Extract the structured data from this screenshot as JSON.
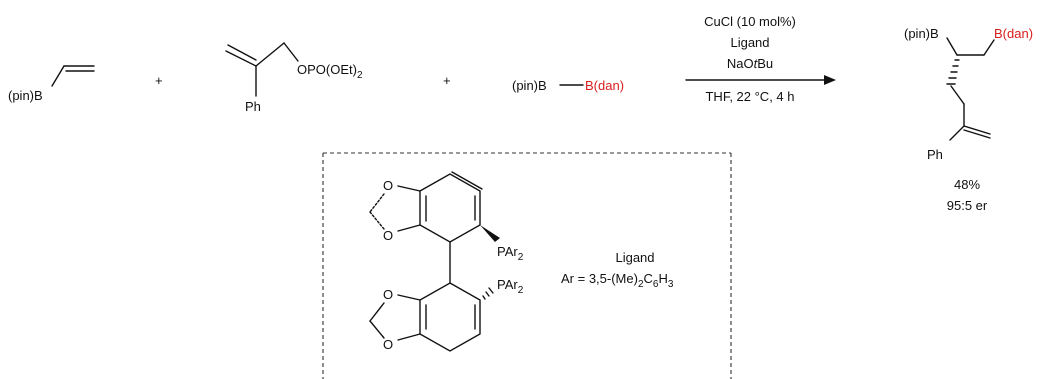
{
  "reactants": {
    "vinyl_boronate": {
      "label": "(pin)B"
    },
    "allyl_phosphate": {
      "leaving_group": "OPO(OEt)",
      "leaving_group_sub": "2",
      "substituent": "Ph"
    },
    "diboron": {
      "left": "(pin)B",
      "right": "B(dan)"
    },
    "plus_signs": [
      "+",
      "+"
    ]
  },
  "conditions": {
    "catalyst": "CuCl (10 mol%)",
    "ligand": "Ligand",
    "base_prefix": "NaO",
    "base_italic": "t",
    "base_suffix": "Bu",
    "solvent_line": "THF, 22 °C, 4 h"
  },
  "product": {
    "left_boron": "(pin)B",
    "right_boron": "B(dan)",
    "substituent": "Ph",
    "yield": "48%",
    "er": "95:5 er"
  },
  "ligand_box": {
    "title": "Ligand",
    "ar_prefix": "Ar = 3,5-(Me)",
    "ar_sub1": "2",
    "ar_mid": "C",
    "ar_sub2": "6",
    "ar_mid2": "H",
    "ar_sub3": "3",
    "phosphine_label": "PAr",
    "phosphine_sub": "2",
    "oxygen": "O"
  },
  "colors": {
    "boron_dan": "#d81e1e",
    "text": "#111111",
    "box_dash": "#333333"
  }
}
